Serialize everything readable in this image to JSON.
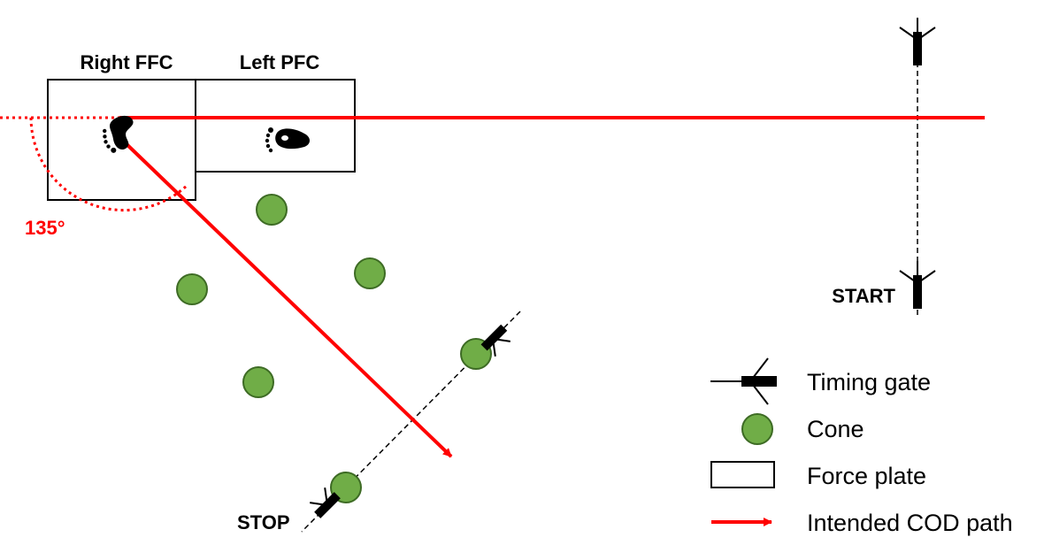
{
  "labels": {
    "right_ffc": "Right FFC",
    "left_pfc": "Left PFC",
    "angle": "135°",
    "start": "START",
    "stop": "STOP"
  },
  "legend": {
    "timing_gate": "Timing gate",
    "cone": "Cone",
    "force_plate": "Force plate",
    "path": "Intended COD path"
  },
  "icons": [
    "right-footprint-icon",
    "left-footprint-icon",
    "timing-gate-icon",
    "cone-icon"
  ],
  "colors": {
    "path": "#ff0000",
    "cone_fill": "#70ad47",
    "cone_stroke": "#3d6b24",
    "ink": "#000000"
  }
}
